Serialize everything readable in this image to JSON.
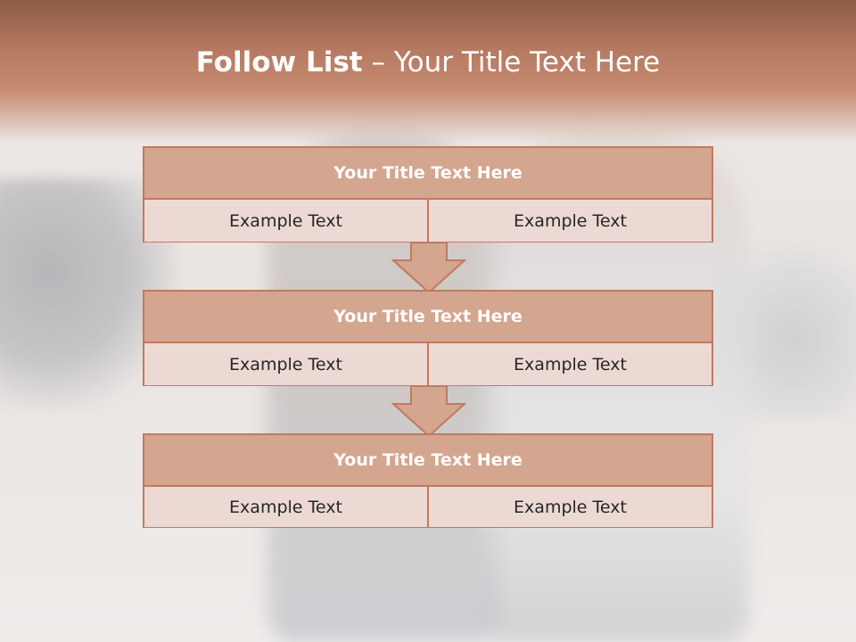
{
  "title": {
    "bold": "Follow List",
    "rest": " – Your Title Text Here"
  },
  "blocks": [
    {
      "heading": "Your Title Text Here",
      "left": "Example Text",
      "right": "Example Text"
    },
    {
      "heading": "Your Title Text Here",
      "left": "Example Text",
      "right": "Example Text"
    },
    {
      "heading": "Your Title Text Here",
      "left": "Example Text",
      "right": "Example Text"
    }
  ],
  "colors": {
    "band": "#b57a61",
    "heading_fill": "#d4a58f",
    "cell_fill": "#ecd9d4",
    "border": "#c17a5c",
    "arrow_fill": "#d4a58f"
  },
  "icons": {
    "connector": "down-arrow-icon"
  }
}
